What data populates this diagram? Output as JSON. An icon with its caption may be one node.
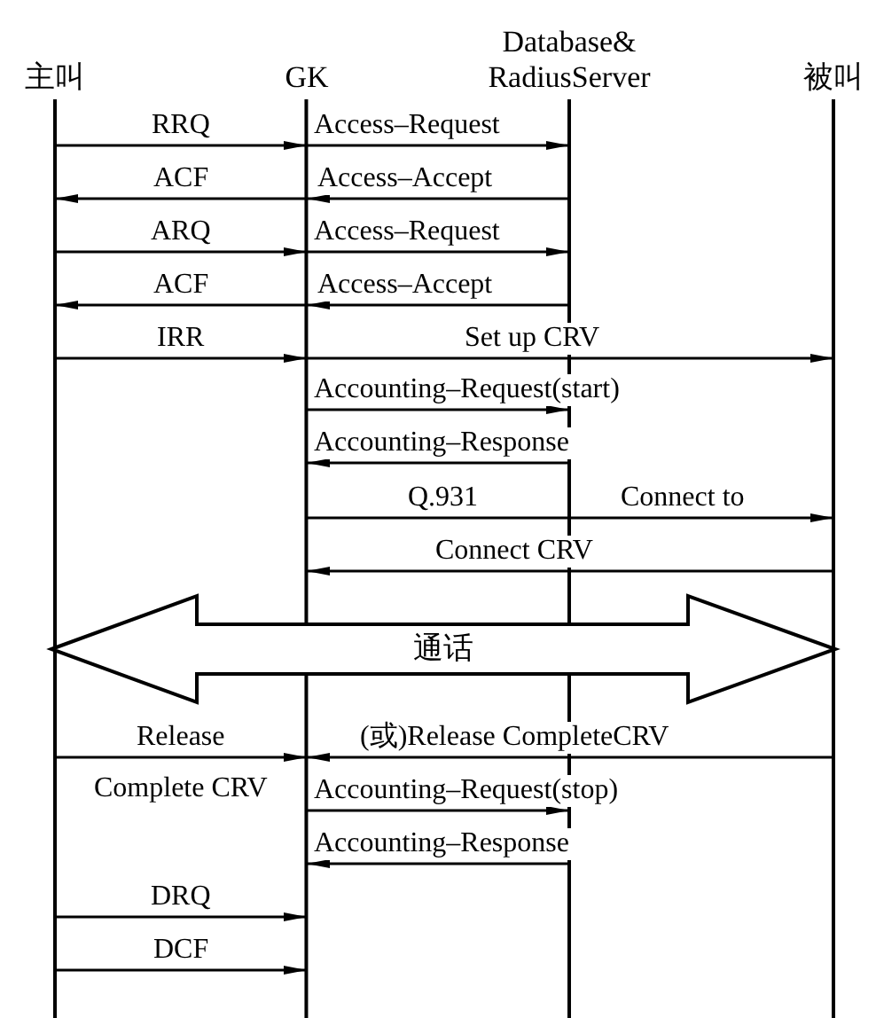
{
  "diagram": {
    "nodes": [
      {
        "text": [
          "主叫"
        ]
      },
      {
        "text": [
          "GK"
        ]
      },
      {
        "text": [
          "Database& RadiusServer"
        ]
      },
      {
        "text": [
          "被叫"
        ]
      },
      {
        "text": [
          "通话"
        ]
      }
    ],
    "edges": [
      {
        "from": 0,
        "to": 1,
        "arrow": "to",
        "label": "RRQ"
      },
      {
        "from": 1,
        "to": 2,
        "arrow": "to",
        "label": "Access–Request"
      },
      {
        "from": 2,
        "to": 1,
        "arrow": "to",
        "label": "Access–Accept"
      },
      {
        "from": 1,
        "to": 0,
        "arrow": "to",
        "label": "ACF"
      },
      {
        "from": 0,
        "to": 1,
        "arrow": "to",
        "label": "ARQ"
      },
      {
        "from": 1,
        "to": 2,
        "arrow": "to",
        "label": "Access–Request"
      },
      {
        "from": 2,
        "to": 1,
        "arrow": "to",
        "label": "Access–Accept"
      },
      {
        "from": 1,
        "to": 0,
        "arrow": "to",
        "label": "ACF"
      },
      {
        "from": 0,
        "to": 1,
        "arrow": "to",
        "label": "IRR"
      },
      {
        "from": 1,
        "to": 3,
        "arrow": "to",
        "label": "Set up CRV"
      },
      {
        "from": 1,
        "to": 2,
        "arrow": "to",
        "label": "Accounting–Request(start)"
      },
      {
        "from": 2,
        "to": 1,
        "arrow": "to",
        "label": "Accounting–Response"
      },
      {
        "from": 1,
        "to": 3,
        "arrow": "to",
        "label": "Q.931"
      },
      {
        "from": 3,
        "to": 1,
        "arrow": "to",
        "label": "Connect CRV"
      },
      {
        "from": 3,
        "to": 1,
        "arrow": "to",
        "label": "(或)Release CompleteCRV"
      },
      {
        "from": 0,
        "to": 1,
        "arrow": "to",
        "label": "Release"
      },
      {
        "from": 1,
        "to": 2,
        "arrow": "to",
        "label": "Accounting–Request(stop)"
      },
      {
        "from": 2,
        "to": 1,
        "arrow": "to",
        "label": "Accounting–Response"
      },
      {
        "from": 0,
        "to": 1,
        "arrow": "to",
        "label": "DRQ"
      },
      {
        "from": 0,
        "to": 1,
        "arrow": "to",
        "label": "DCF"
      }
    ],
    "labels": [
      "Connect to",
      "Complete CRV"
    ]
  }
}
